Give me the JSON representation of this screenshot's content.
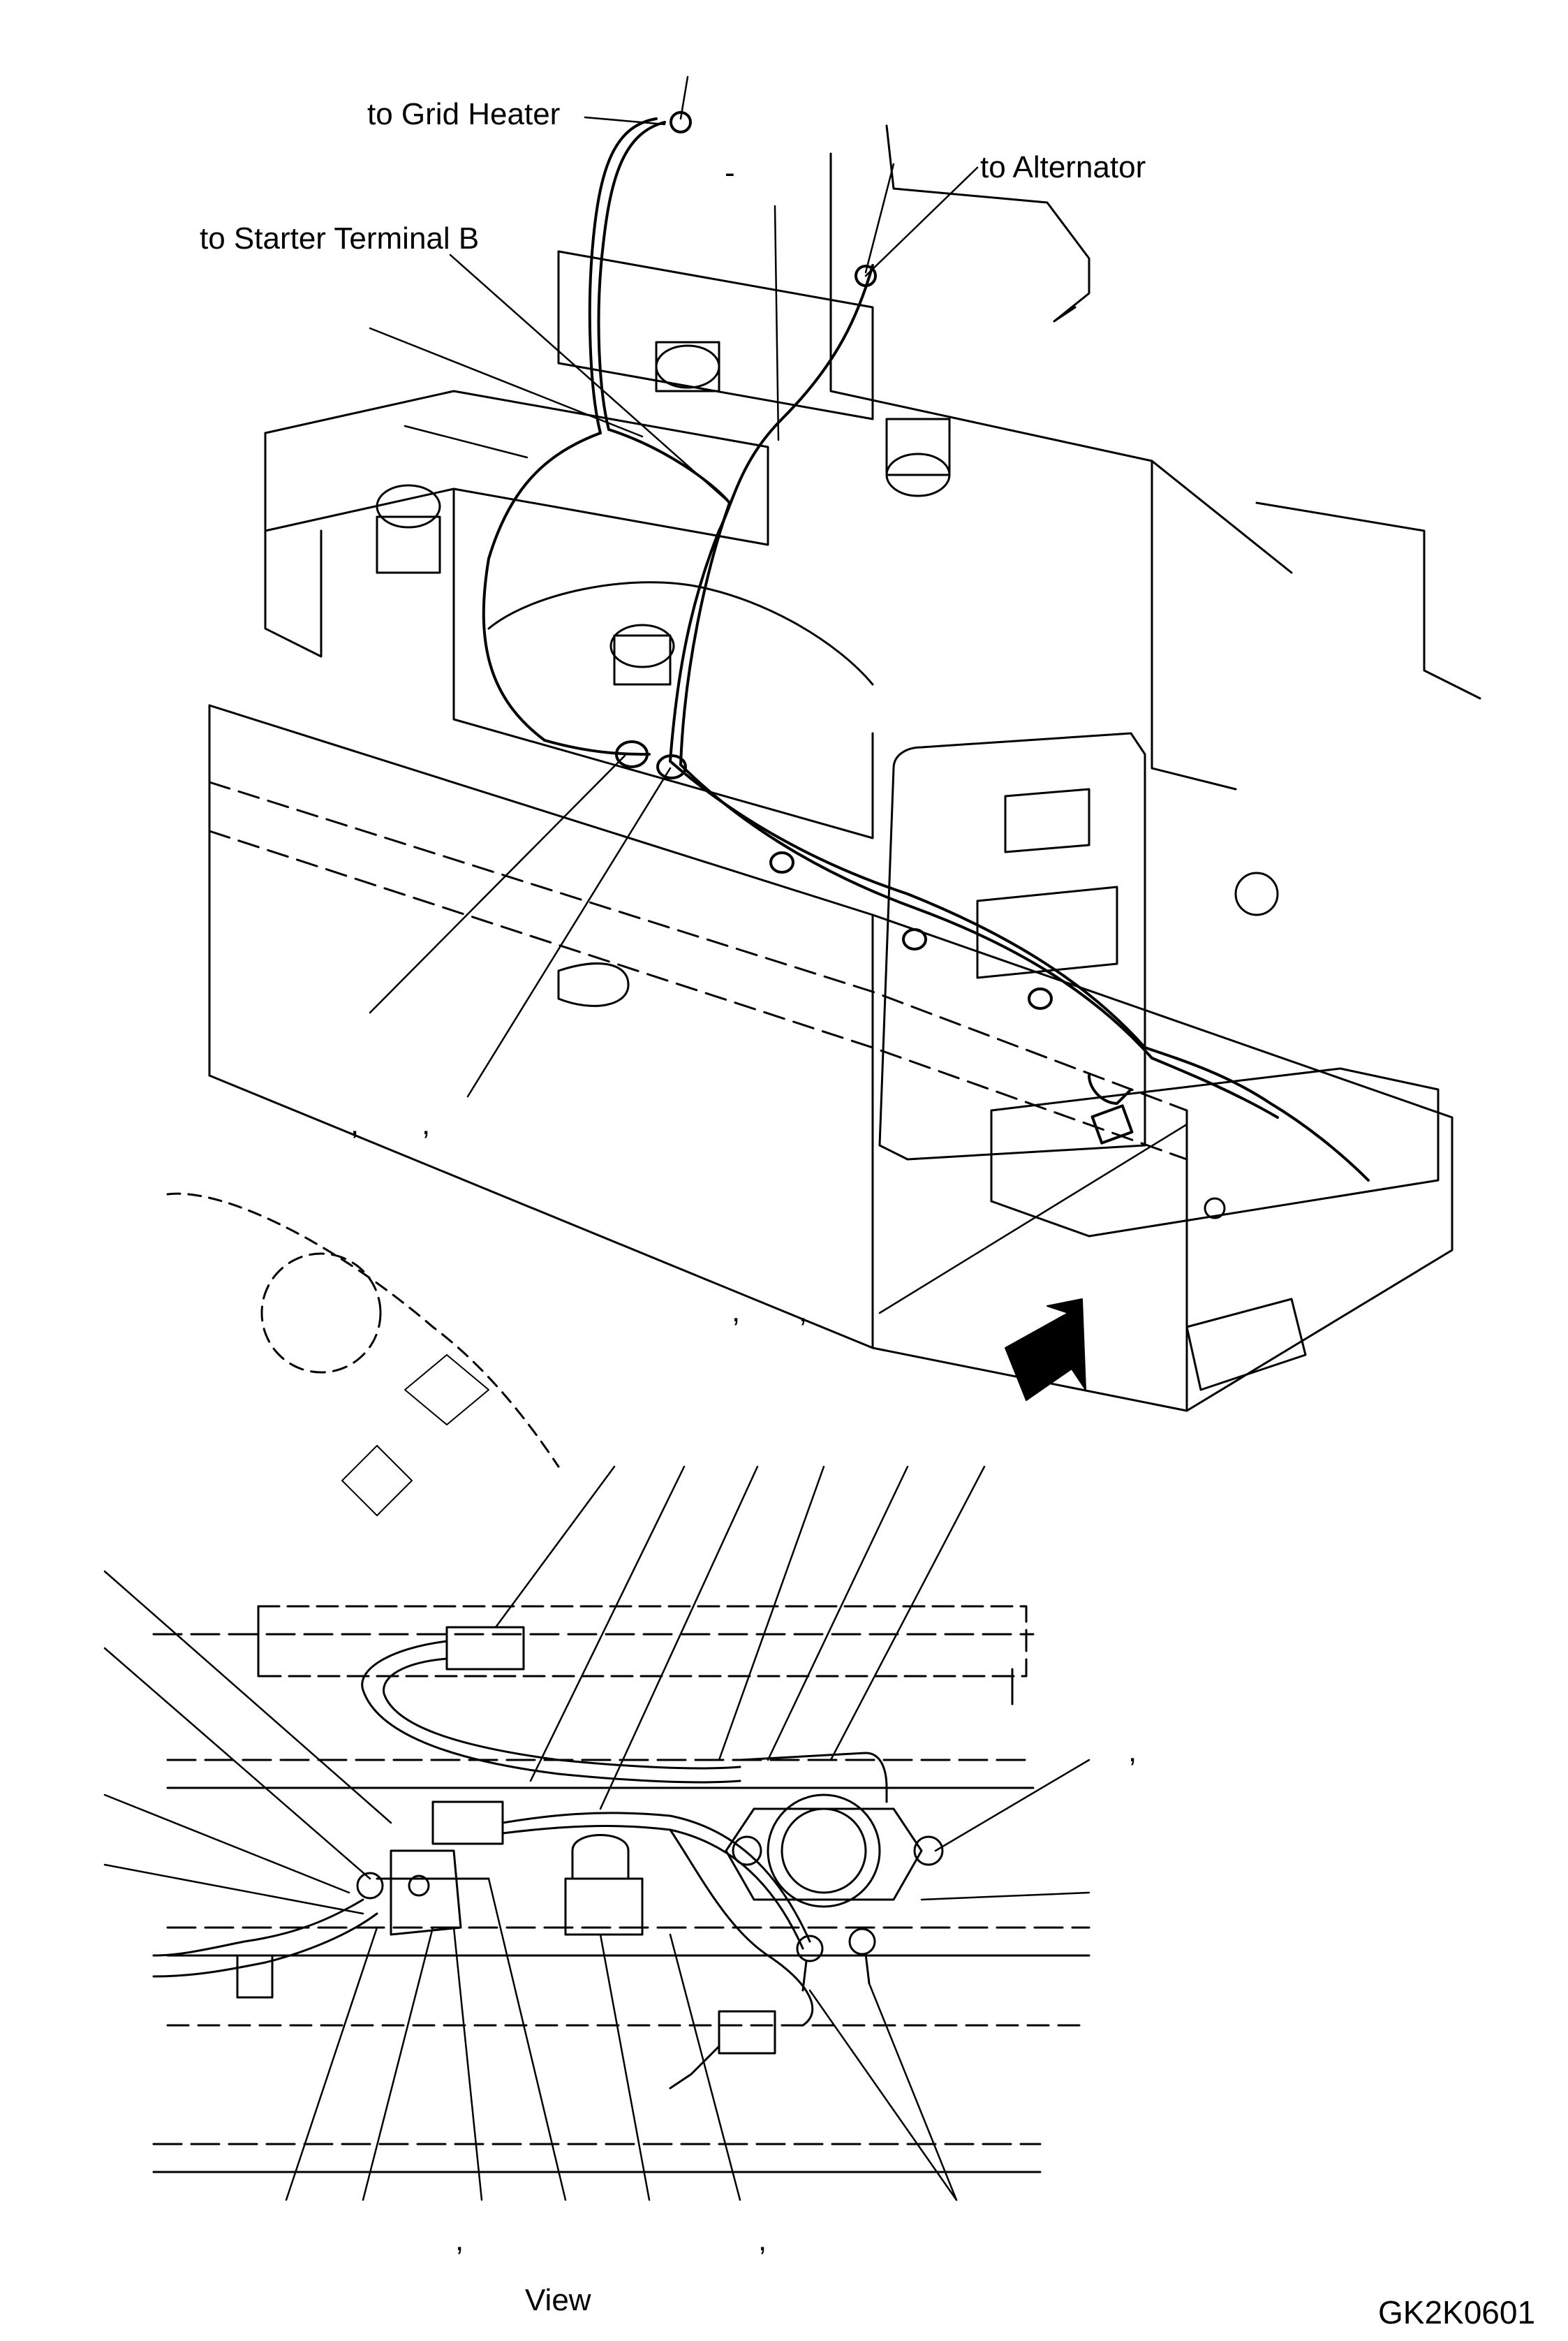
{
  "labels": {
    "grid_heater": "to Grid Heater",
    "starter_terminal": "to Starter Terminal B",
    "alternator": "to Alternator",
    "view": "View",
    "figure_code": "GK2K0601"
  },
  "marks": {
    "dash": "-",
    "comma": ","
  },
  "colors": {
    "line": "#000000",
    "background": "#ffffff"
  }
}
